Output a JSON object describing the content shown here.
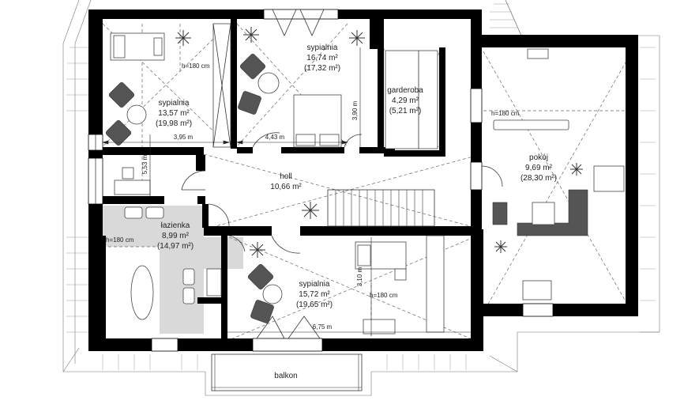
{
  "rooms": {
    "bedroom1": {
      "name": "sypialnia",
      "area": "13,57 m²",
      "area_total": "(19,98 m²)"
    },
    "bedroom2": {
      "name": "sypialnia",
      "area": "16,74 m²",
      "area_total": "(17,32 m²)"
    },
    "wardrobe": {
      "name": "garderoba",
      "area": "4,29 m²",
      "area_total": "(5,21 m²)"
    },
    "room": {
      "name": "pokój",
      "area": "9,69 m²",
      "area_total": "(28,30 m²)"
    },
    "hall": {
      "name": "holl",
      "area": "10,66 m²"
    },
    "bathroom": {
      "name": "łazienka",
      "area": "8,99 m²",
      "area_total": "(14,97 m²)"
    },
    "bedroom3": {
      "name": "sypialnia",
      "area": "15,72 m²",
      "area_total": "(19,65 m²)"
    },
    "balcony": {
      "name": "balkon"
    }
  },
  "dimensions": {
    "d1": "3,95 m",
    "d2": "5,53 m",
    "d3": "4,43 m",
    "d4": "3,90 m",
    "d5": "3,10 m",
    "d6": "6,75 m"
  },
  "heights": {
    "h1": "h=180 cm",
    "h2": "h=180 cm",
    "h3": "h=180 cm",
    "h4": "h=180 cm"
  }
}
